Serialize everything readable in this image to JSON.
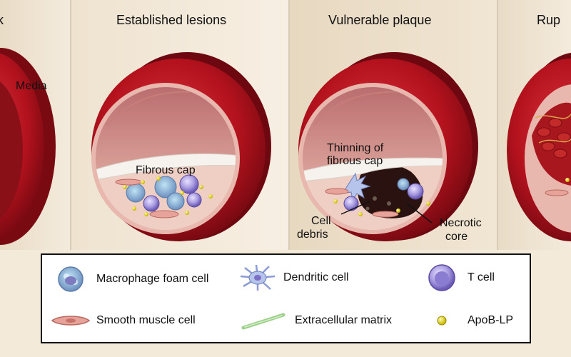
{
  "panels": [
    {
      "title": "k"
    },
    {
      "title": "Established lesions"
    },
    {
      "title": "Vulnerable plaque"
    },
    {
      "title": "Rup"
    }
  ],
  "labels": {
    "media": "Media",
    "fibrous_cap": "Fibrous cap",
    "thinning_line1": "Thinning of",
    "thinning_line2": "fibrous cap",
    "cell_debris_line1": "Cell",
    "cell_debris_line2": "debris",
    "necrotic_line1": "Necrotic",
    "necrotic_line2": "core"
  },
  "legend": {
    "macrophage": "Macrophage foam cell",
    "dendritic": "Dendritic cell",
    "tcell": "T cell",
    "smooth_muscle": "Smooth muscle cell",
    "ecm": "Extracellular matrix",
    "apob": "ApoB-LP"
  },
  "colors": {
    "vessel_red": "#b3121d",
    "vessel_dark": "#7a0a12",
    "panel_bg": "#efe4d2",
    "cap_white": "#f4f1ec",
    "tcell_purple": "#a89be0",
    "apob_yellow": "#e8e03a",
    "ecm_green": "#a8d99a",
    "smc_pink": "#e7a39a",
    "necrotic_dark": "#2a1210"
  }
}
